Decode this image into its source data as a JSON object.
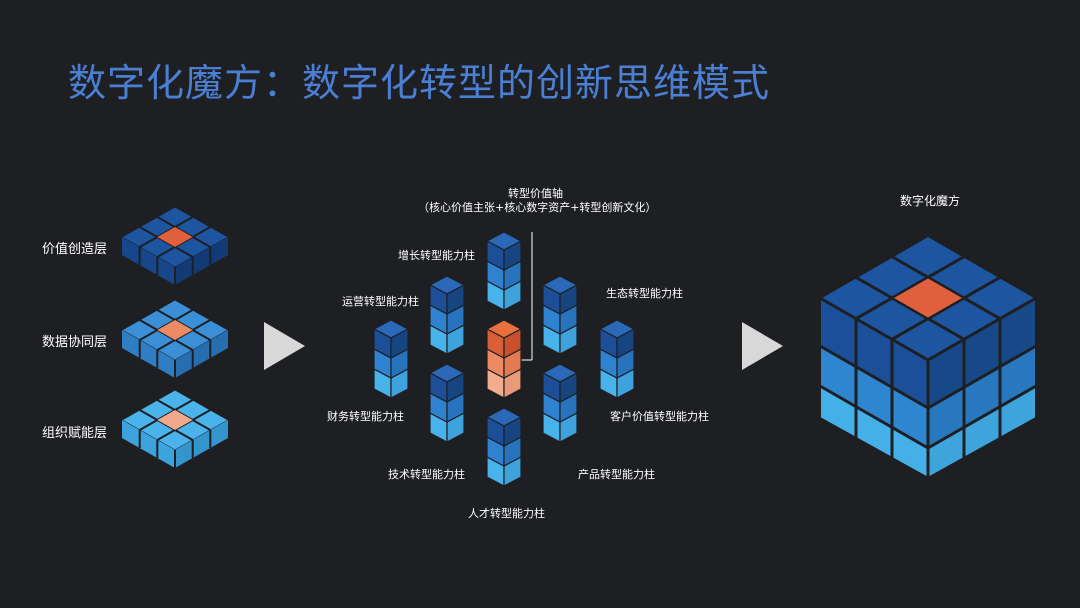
{
  "title": "数字化魔方：数字化转型的创新思维模式",
  "layers": [
    "价值创造层",
    "数据协同层",
    "组织赋能层"
  ],
  "axis": {
    "title": "转型价值轴",
    "subtitle": "（核心价值主张+核心数字资产+转型创新文化）"
  },
  "pillars": {
    "growth": "增长转型能力柱",
    "operations": "运营转型能力柱",
    "ecosystem": "生态转型能力柱",
    "finance": "财务转型能力柱",
    "customer": "客户价值转型能力柱",
    "technology": "技术转型能力柱",
    "product": "产品转型能力柱",
    "talent": "人才转型能力柱"
  },
  "cube_title": "数字化魔方",
  "colors": {
    "background": "#1e1f23",
    "title": "#4a7fd4",
    "dark_blue": "#1d55a0",
    "mid_blue": "#3a8fd6",
    "light_blue": "#4ab4ea",
    "accent_orange": "#e0603e"
  }
}
